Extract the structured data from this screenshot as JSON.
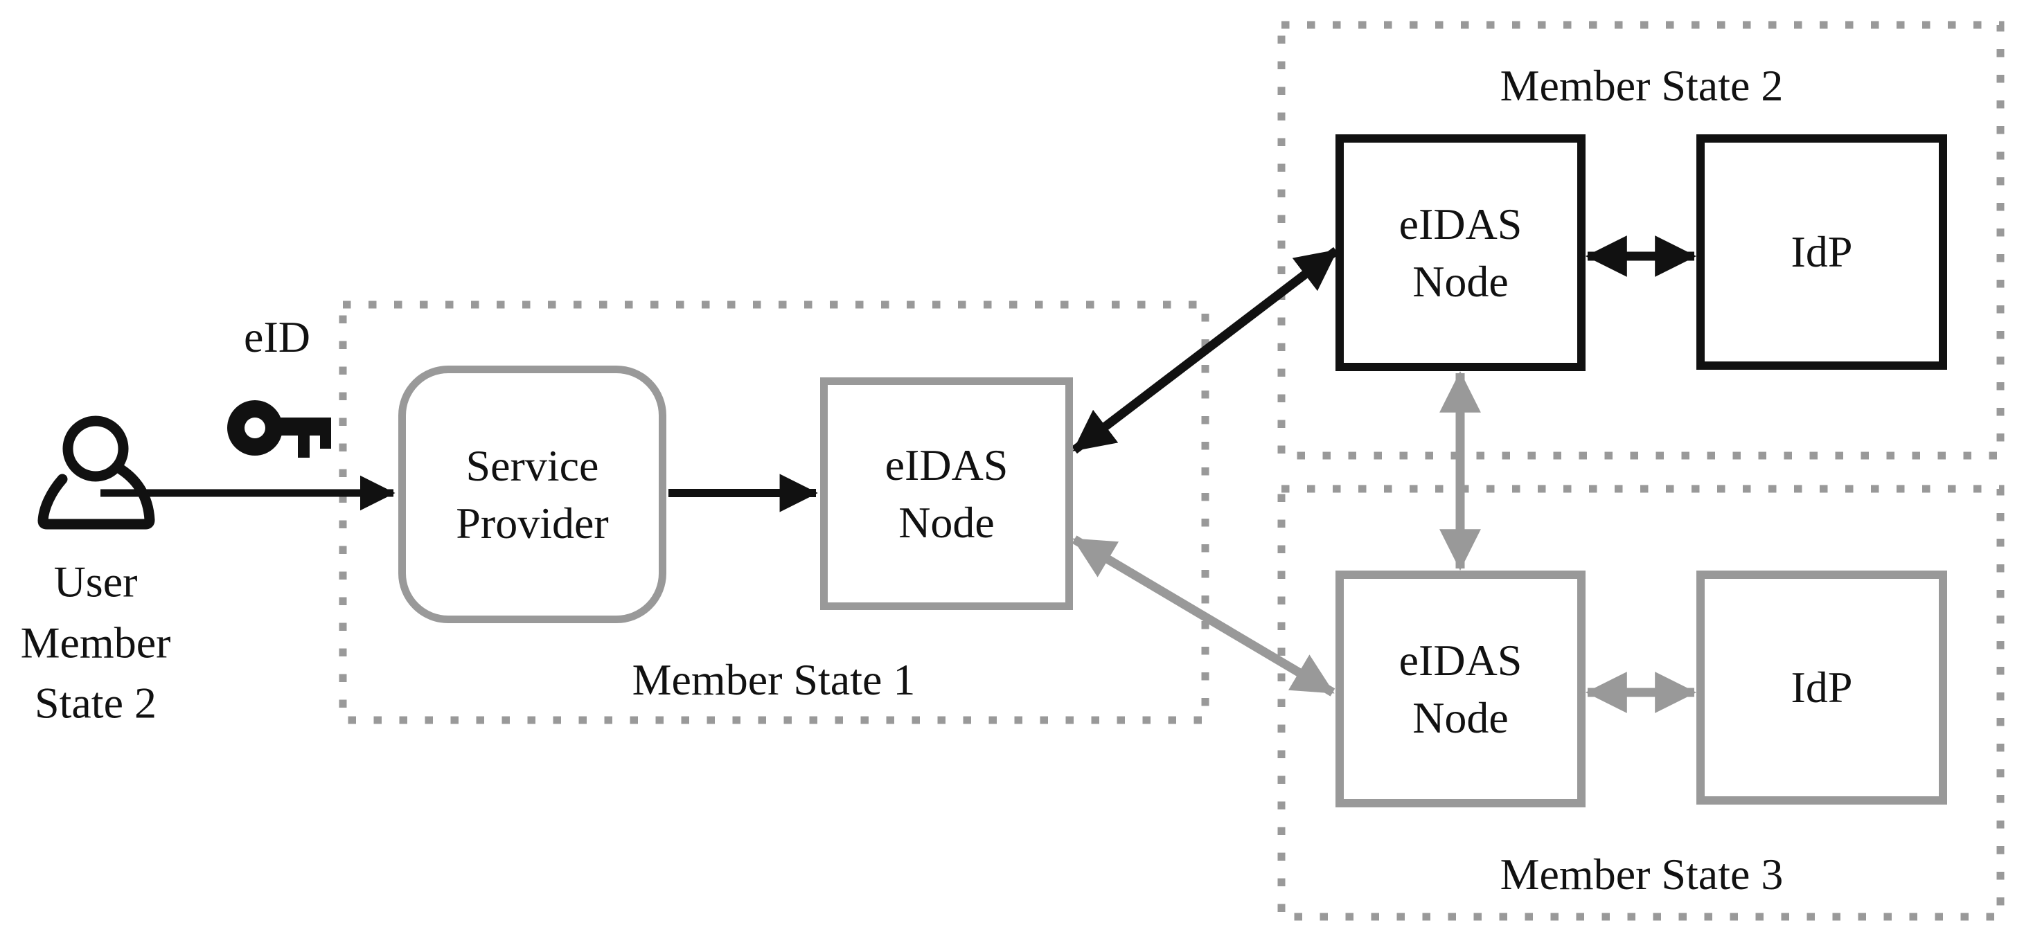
{
  "colors": {
    "black": "#111111",
    "gray": "#999999"
  },
  "user": {
    "line1": "User",
    "line2": "Member",
    "line3": "State 2"
  },
  "eid_label": "eID",
  "member_state_1": {
    "label": "Member State 1",
    "service_provider": {
      "line1": "Service",
      "line2": "Provider"
    },
    "eidas_node": {
      "line1": "eIDAS",
      "line2": "Node"
    }
  },
  "member_state_2": {
    "label": "Member State 2",
    "eidas_node": {
      "line1": "eIDAS",
      "line2": "Node"
    },
    "idp_label": "IdP"
  },
  "member_state_3": {
    "label": "Member State 3",
    "eidas_node": {
      "line1": "eIDAS",
      "line2": "Node"
    },
    "idp_label": "IdP"
  }
}
